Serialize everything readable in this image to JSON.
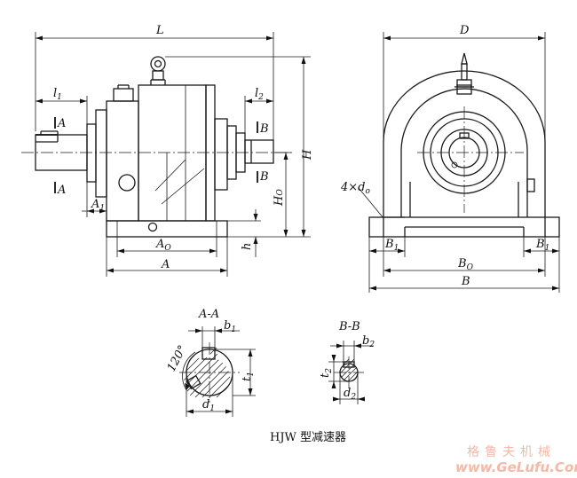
{
  "labels": {
    "L": "L",
    "l1": "l",
    "l1_sub": "1",
    "l2": "l",
    "l2_sub": "2",
    "H": "H",
    "H0": "H",
    "H0_sub": "O",
    "h": "h",
    "A": "A",
    "A0": "A",
    "A0_sub": "O",
    "A1": "A",
    "A1_sub": "1",
    "section_A": "A",
    "section_B": "B",
    "D": "D",
    "holes": "4×d",
    "holes_sub": "o",
    "B": "B",
    "B0": "B",
    "B0_sub": "O",
    "B1": "B",
    "B1_sub": "1",
    "AA": "A-A",
    "BB": "B-B",
    "b1": "b",
    "b1_sub": "1",
    "b2": "b",
    "b2_sub": "2",
    "t1": "t",
    "t1_sub": "1",
    "t2": "t",
    "t2_sub": "2",
    "d1": "d",
    "d1_sub": "1",
    "d2": "d",
    "d2_sub": "2",
    "angle": "120°"
  },
  "caption": "HJW 型减速器",
  "watermark": {
    "cn": "格鲁夫机械",
    "url": "www.GeLufu.Com"
  }
}
